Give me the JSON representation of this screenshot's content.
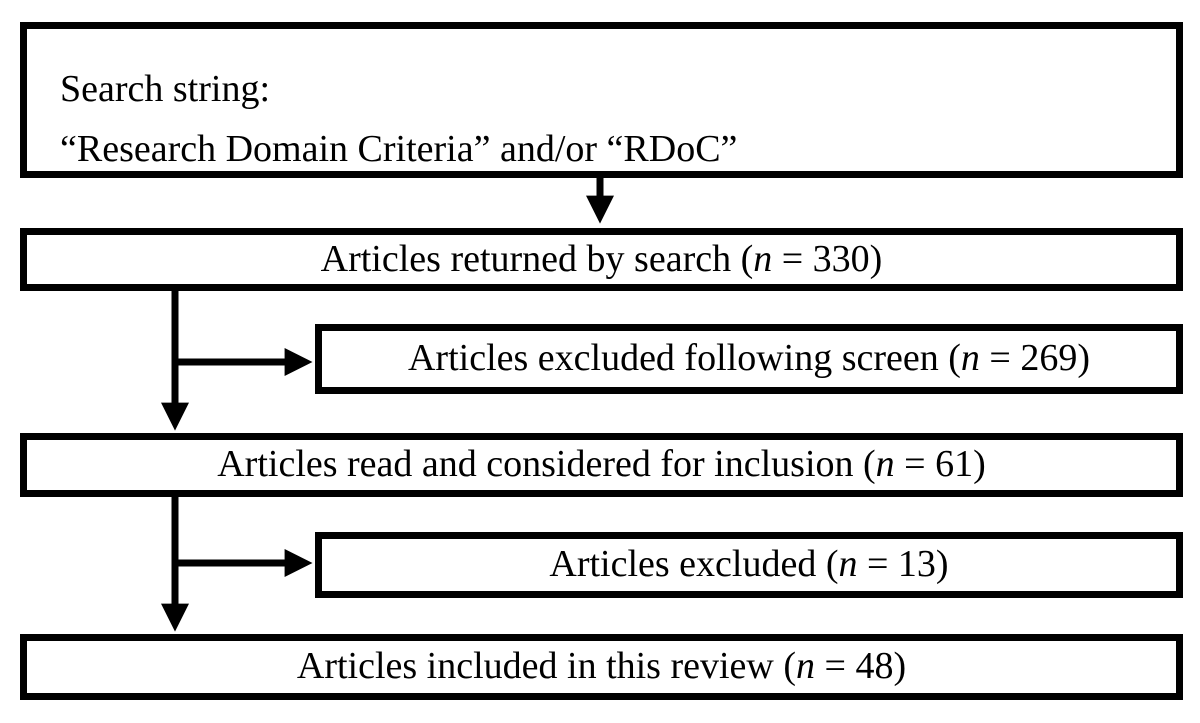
{
  "search": {
    "label": "Search string:",
    "query": "“Research Domain Criteria” and/or “RDoC”"
  },
  "returned": {
    "text_before": "Articles returned by search (",
    "n_symbol": "n",
    "text_after": " = 330)"
  },
  "excluded_screen": {
    "text_before": "Articles excluded following screen (",
    "n_symbol": "n",
    "text_after": " = 269)"
  },
  "read": {
    "text_before": "Articles read and considered for inclusion (",
    "n_symbol": "n",
    "text_after": " = 61)"
  },
  "excluded": {
    "text_before": "Articles excluded (",
    "n_symbol": "n",
    "text_after": " = 13)"
  },
  "included": {
    "text_before": "Articles included in this review (",
    "n_symbol": "n",
    "text_after": " = 48)"
  },
  "counts": {
    "returned": 330,
    "excluded_screen": 269,
    "read": 61,
    "excluded": 13,
    "included": 48
  }
}
